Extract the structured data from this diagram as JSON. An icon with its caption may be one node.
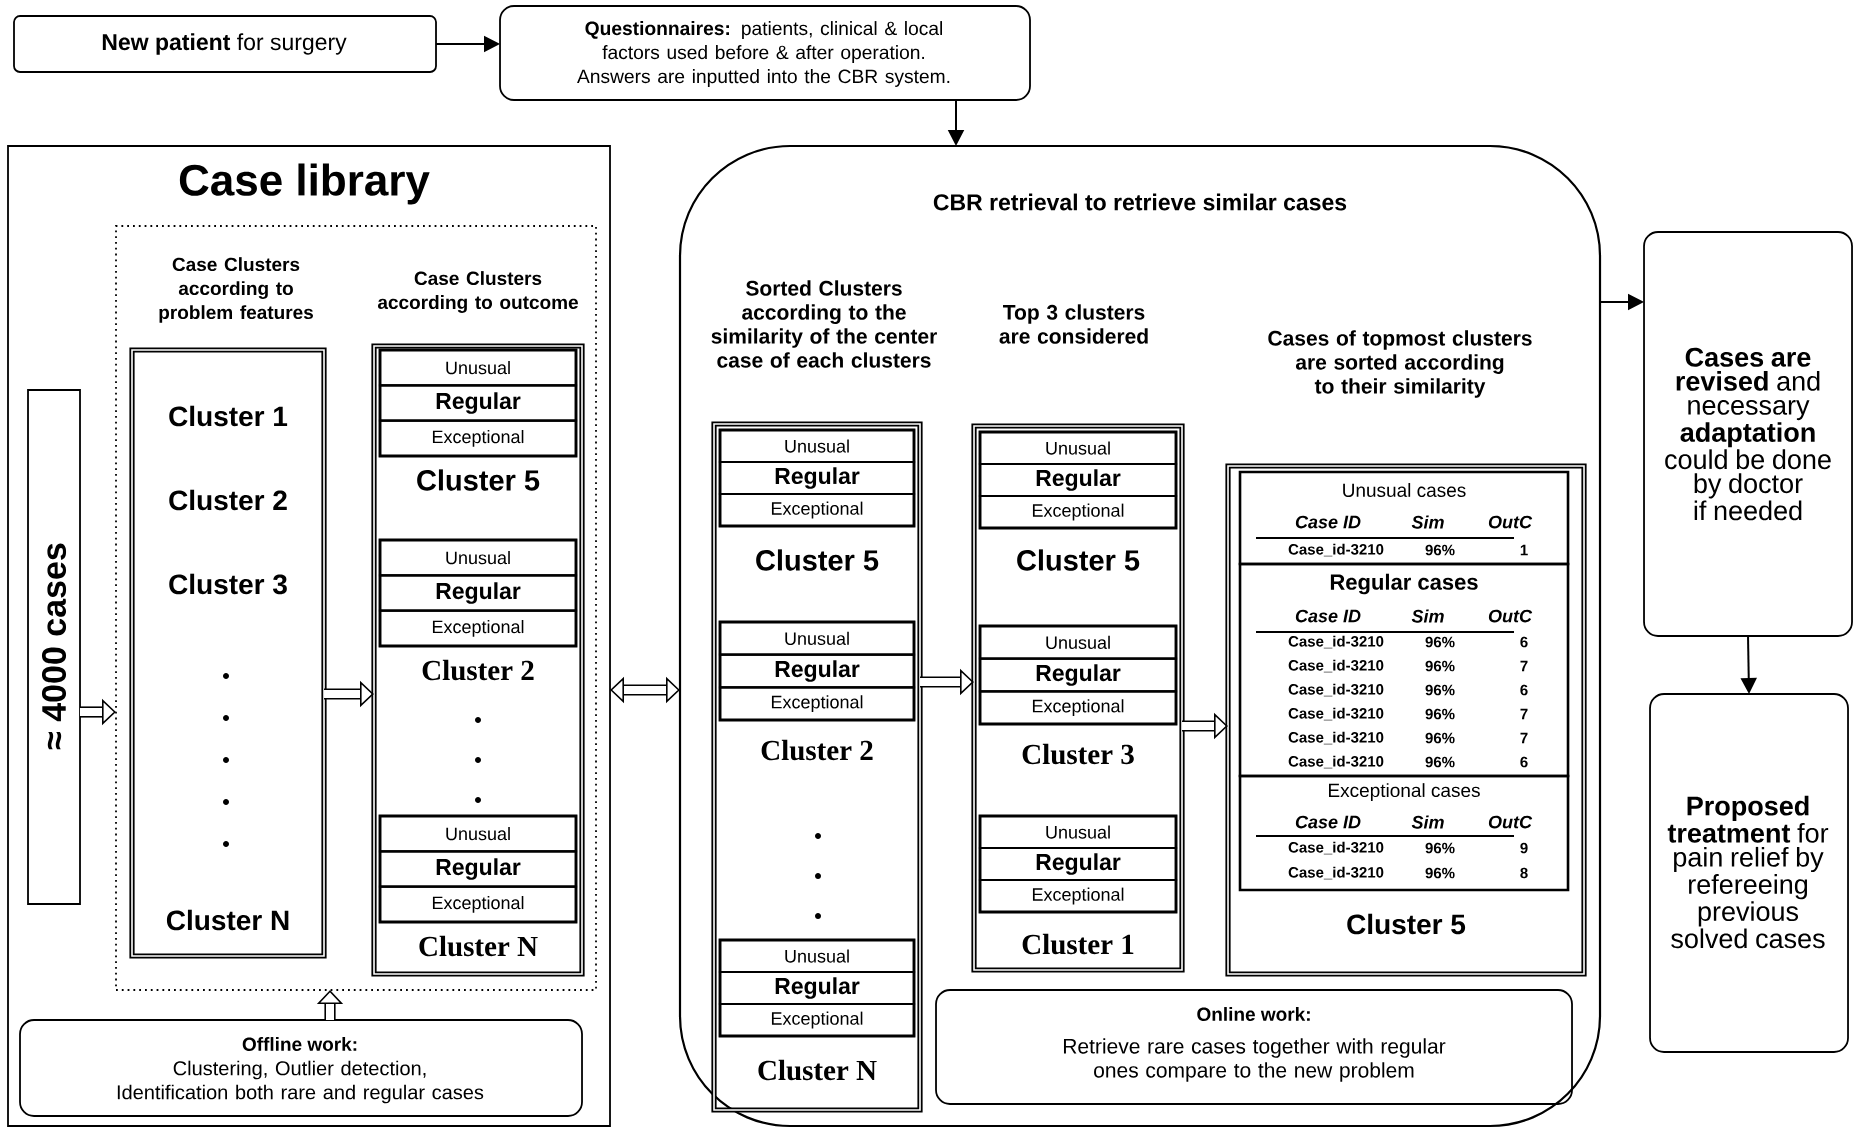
{
  "diagram": {
    "nodes": [
      {
        "text": [
          "**New patient** for surgery"
        ]
      },
      {
        "text": [
          "**Questionnaires:** patients, clinical & local factors used before & after operation. Answers are inputted into the CBR system."
        ]
      },
      {
        "text": [
          "Case library"
        ]
      },
      {
        "text": [
          "≈ 4000 cases"
        ],
        "in": 2
      },
      {
        "text": [],
        "shape": "box",
        "in": 2
      },
      {
        "text": [
          "Case Clusters according to problem features",
          "Cluster 1",
          "Cluster 2",
          "Cluster 3",
          "Cluster N"
        ],
        "in": 4
      },
      {
        "text": [
          "Case Clusters according to outcome"
        ],
        "in": 4
      },
      {
        "text": [
          "Unusual",
          "Regular",
          "Exceptional"
        ],
        "beside": [
          "Cluster 5"
        ],
        "in": 6
      },
      {
        "text": [
          "Unusual",
          "Regular",
          "Exceptional"
        ],
        "beside": [
          "Cluster 2"
        ],
        "in": 6
      },
      {
        "text": [
          "Unusual",
          "Regular",
          "Exceptional"
        ],
        "beside": [
          "Cluster N"
        ],
        "in": 6
      },
      {
        "text": [
          "Offline work:",
          "Clustering, Outlier detection, Identification both rare and regular cases"
        ],
        "in": 2
      },
      {
        "text": [
          "CBR retrieval to retrieve similar cases"
        ]
      },
      {
        "text": [
          "Sorted Clusters according to the similarity of the center case of each clusters"
        ],
        "in": 11
      },
      {
        "text": [
          "Unusual",
          "Regular",
          "Exceptional"
        ],
        "beside": [
          "Cluster 5"
        ],
        "in": 12
      },
      {
        "text": [
          "Unusual",
          "Regular",
          "Exceptional"
        ],
        "beside": [
          "Cluster 2"
        ],
        "in": 12
      },
      {
        "text": [
          "Unusual",
          "Regular",
          "Exceptional"
        ],
        "beside": [
          "Cluster N"
        ],
        "in": 12
      },
      {
        "text": [
          "Top 3 clusters are considered"
        ],
        "in": 11
      },
      {
        "text": [
          "Unusual",
          "Regular",
          "Exceptional"
        ],
        "beside": [
          "Cluster 5"
        ],
        "in": 16
      },
      {
        "text": [
          "Unusual",
          "Regular",
          "Exceptional"
        ],
        "beside": [
          "Cluster 3"
        ],
        "in": 16
      },
      {
        "text": [
          "Unusual",
          "Regular",
          "Exceptional"
        ],
        "beside": [
          "Cluster 1"
        ],
        "in": 16
      },
      {
        "text": [
          "Cases of topmost clusters are sorted according to their similarity",
          "Cluster 5"
        ],
        "in": 11
      },
      {
        "text": [
          "Unusual cases",
          "Case ID",
          "Sim",
          "OutC",
          "Case_id-3210",
          "96%",
          "1"
        ],
        "in": 20
      },
      {
        "text": [
          "Regular cases",
          "Case ID",
          "Sim",
          "OutC",
          "Case_id-3210",
          "96%",
          "6",
          "Case_id-3210",
          "96%",
          "7",
          "Case_id-3210",
          "96%",
          "6",
          "Case_id-3210",
          "96%",
          "7",
          "Case_id-3210",
          "96%",
          "7",
          "Case_id-3210",
          "96%",
          "6"
        ],
        "in": 20
      },
      {
        "text": [
          "Exceptional cases",
          "Case ID",
          "Sim",
          "OutC",
          "Case_id-3210",
          "96%",
          "9",
          "Case_id-3210",
          "96%",
          "8"
        ],
        "in": 20
      },
      {
        "text": [
          "Online work:",
          "Retrieve rare cases together with regular ones compare to the new problem"
        ],
        "in": 11
      },
      {
        "text": [
          "**Cases are revised** and necessary **adaptation** could be done by doctor if needed"
        ]
      },
      {
        "text": [
          "**Proposed treatment** for pain relief by refereeing previous solved cases"
        ]
      }
    ],
    "edges": [
      {
        "from": 0,
        "to": 1,
        "arrow": "to"
      },
      {
        "from": 1,
        "to": 11,
        "arrow": "to"
      },
      {
        "from": 3,
        "to": 4,
        "arrow": "to"
      },
      {
        "from": 5,
        "to": 6,
        "arrow": "to"
      },
      {
        "from": 10,
        "to": 4,
        "arrow": "to"
      },
      {
        "from": 2,
        "to": 11,
        "arrow": "both"
      },
      {
        "from": 12,
        "to": 16,
        "arrow": "to"
      },
      {
        "from": 16,
        "to": 20,
        "arrow": "to"
      },
      {
        "from": 11,
        "to": 25,
        "arrow": "to"
      },
      {
        "from": 25,
        "to": 26,
        "arrow": "to"
      }
    ]
  }
}
